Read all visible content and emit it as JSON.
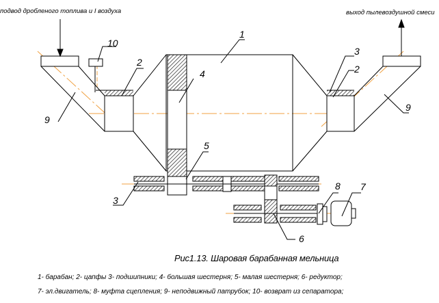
{
  "annotations": {
    "inlet": "подвод дробленого топлива и I воздуха",
    "outlet": "выход пылевоздушной смеси"
  },
  "callouts": {
    "c1": "1",
    "c2_left": "2",
    "c2_right": "2",
    "c3_top": "3",
    "c3_bottom": "3",
    "c4": "4",
    "c5": "5",
    "c6": "6",
    "c7": "7",
    "c8": "8",
    "c9_left": "9",
    "c9_right": "9",
    "c10": "10"
  },
  "caption": "Рис1.13. Шаровая барабанная мельница",
  "legend": {
    "line1": "1- барабан; 2- цапфы 3- подшипники; 4- большая шестерня; 5- малая шестерня; 6- редуктор;",
    "line2": "7- эл.двигатель; 8- муфта сцепления; 9- неподвижный патрубок; 10- возврат из сепаратора;"
  },
  "colors": {
    "line": "#000000",
    "axis": "#f0a040"
  }
}
